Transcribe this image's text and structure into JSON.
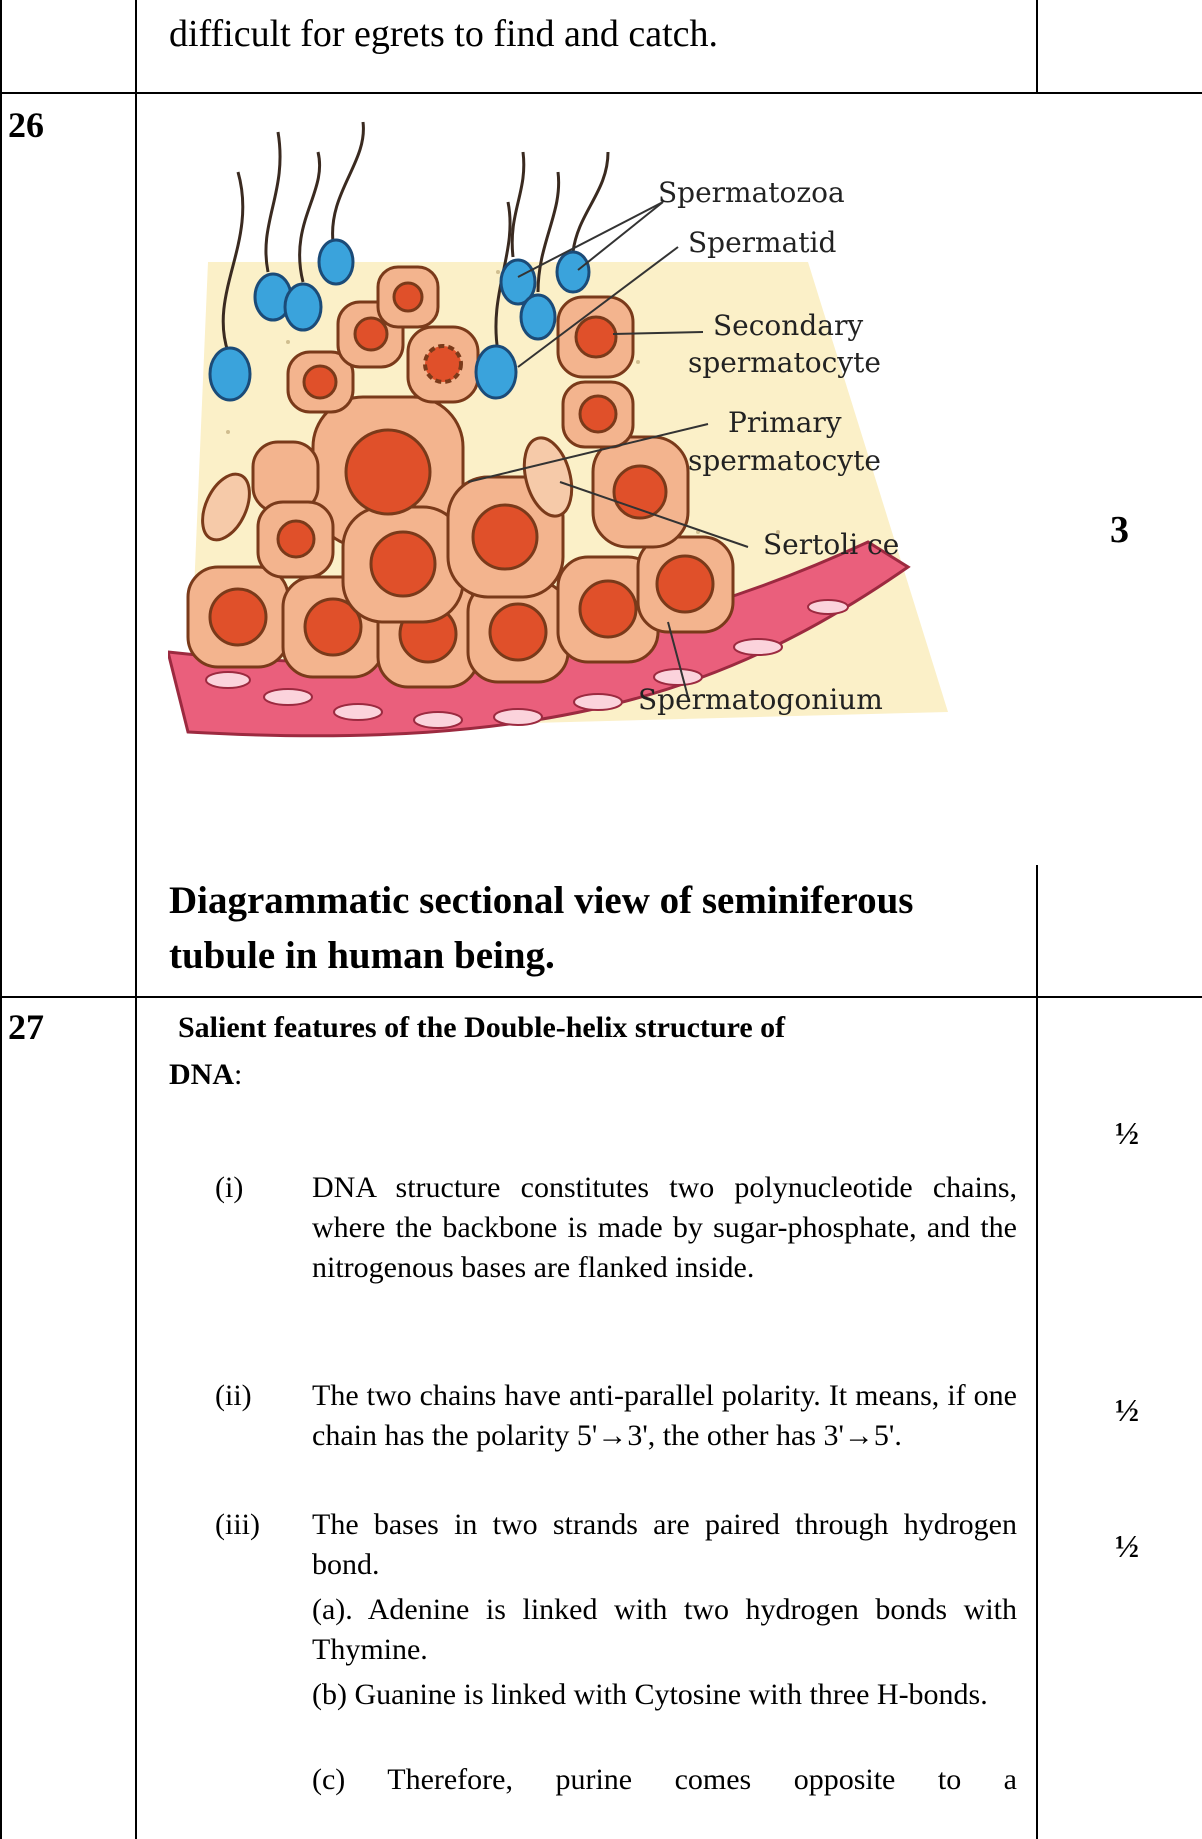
{
  "row25": {
    "text": "difficult for egrets to find and catch."
  },
  "q26": {
    "number": "26",
    "marks": "3",
    "diagram": {
      "labels": {
        "spermatozoa": "Spermatozoa",
        "spermatid": "Spermatid",
        "secondary_1": "Secondary",
        "secondary_2": "spermatocyte",
        "primary_1": "Primary",
        "primary_2": "spermatocyte",
        "sertoli": "Sertoli ce",
        "spermatogonium": "Spermatogonium"
      }
    },
    "caption_line1": "Diagrammatic sectional view of seminiferous",
    "caption_line2": "tubule in human being."
  },
  "q27": {
    "number": "27",
    "heading_line1": "Salient features of the Double-helix structure of",
    "heading_bold": "DNA",
    "heading_colon": ":",
    "items": [
      {
        "num": "(i)",
        "text": "DNA structure constitutes two polynucleotide chains, where the backbone is made by sugar-phosphate, and the nitrogenous bases are flanked inside."
      },
      {
        "num": "(ii)",
        "text": "The two chains have anti-parallel polarity. It means, if one chain has the polarity 5'→3', the other has 3'→5'."
      },
      {
        "num": "(iii)",
        "text": "The bases in two strands are paired through hydrogen bond."
      }
    ],
    "sub_a": "(a). Adenine is linked with two hydrogen bonds with Thymine.",
    "sub_b": "(b) Guanine is linked with Cytosine with three H-bonds.",
    "sub_c": "(c) Therefore, purine comes opposite to a",
    "marks": [
      "½",
      "½",
      "½"
    ]
  },
  "colors": {
    "cell_fill": "#f3b48e",
    "cell_edge": "#b3582a",
    "nucleus": "#e0502a",
    "head": "#3aa3dc",
    "wall": "#ea5f7c",
    "lumen": "#fbf0c8"
  }
}
